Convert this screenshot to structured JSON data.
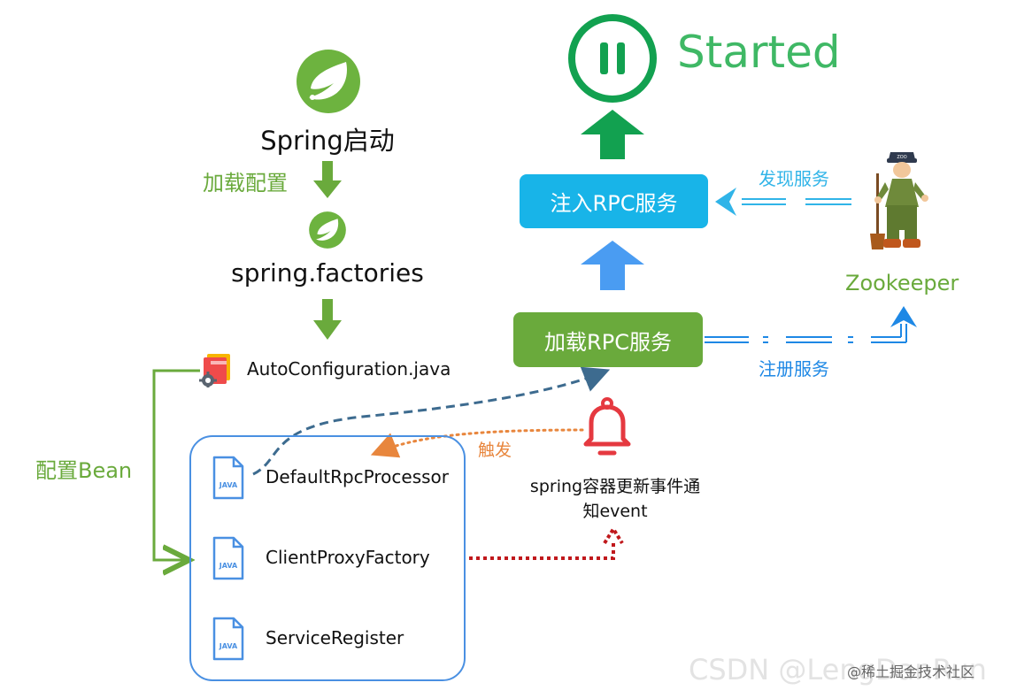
{
  "header": {
    "status_text": "Started",
    "status_color": "#3fb865"
  },
  "left_flow": {
    "spring_start": "Spring启动",
    "load_config": "加载配置",
    "factories": "spring.factories",
    "autoconfiguration": "AutoConfiguration.java",
    "configure_bean": "配置Bean",
    "classes": [
      {
        "label": "DefaultRpcProcessor",
        "icon": "java-file-icon"
      },
      {
        "label": "ClientProxyFactory",
        "icon": "java-file-icon"
      },
      {
        "label": "ServiceRegister",
        "icon": "java-file-icon"
      }
    ],
    "java_icon_text": "JAVA"
  },
  "right_flow": {
    "inject_rpc": "注入RPC服务",
    "load_rpc": "加载RPC服务",
    "discover_service": "发现服务",
    "register_service": "注册服务",
    "zookeeper": "Zookeeper",
    "zookeeper_hat": "ZOO",
    "trigger": "触发",
    "event_line1": "spring容器更新事件通",
    "event_line2": "知event"
  },
  "watermark": {
    "csdn": "CSDN @LengDanRun",
    "juejin": "@稀土掘金技术社区"
  },
  "colors": {
    "spring_green": "#6aaa3c",
    "inject_blue": "#18b4e8",
    "up_arrow_blue": "#4a9cf2",
    "trigger_orange": "#e8863d",
    "event_red": "#c0181c",
    "bell_red": "#e53940",
    "dashed_blue": "#3d6b8f"
  }
}
